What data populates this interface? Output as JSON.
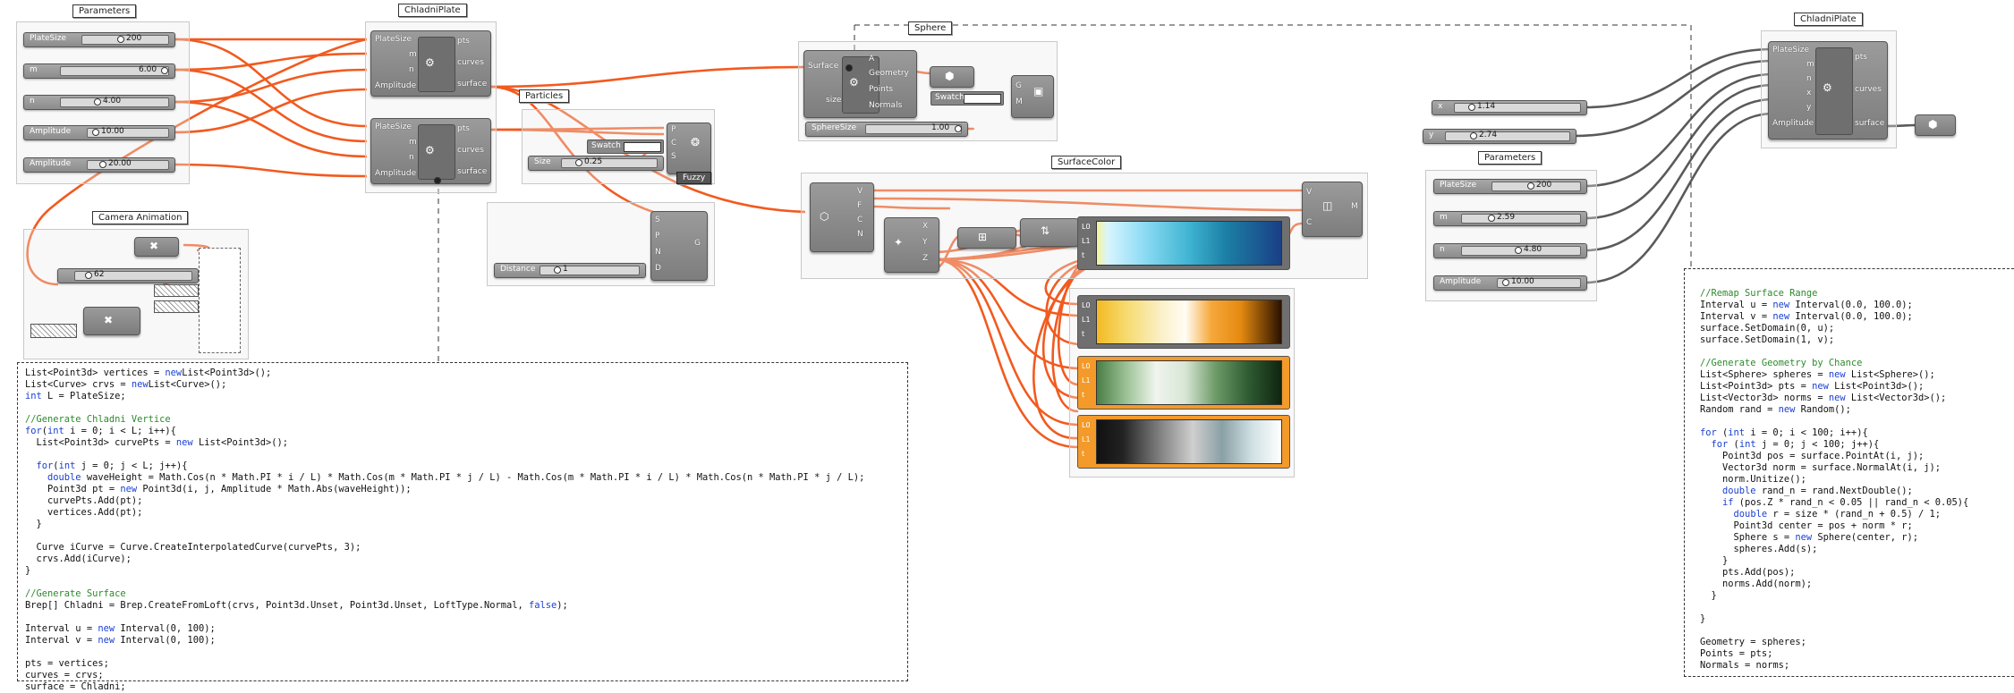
{
  "groups": {
    "parameters_left": "Parameters",
    "camera": "Camera Animation",
    "chladni_left": "ChladniPlate",
    "particles": "Particles",
    "sphere": "Sphere",
    "surface_color": "SurfaceColor",
    "chladni_right": "ChladniPlate",
    "parameters_right": "Parameters"
  },
  "left_params": [
    {
      "name": "PlateSize",
      "value": "200",
      "fill": 0.5
    },
    {
      "name": "m",
      "value": "6.00",
      "fill": 0.95
    },
    {
      "name": "n",
      "value": "4.00",
      "fill": 0.4
    },
    {
      "name": "Amplitude",
      "value": "10.00",
      "fill": 0.1
    },
    {
      "name": "Amplitude",
      "value": "20.00",
      "fill": 0.15
    }
  ],
  "camera_slider": {
    "value": "62",
    "fill": 0.1
  },
  "chladni_component": {
    "inputs": [
      "PlateSize",
      "m",
      "n",
      "Amplitude"
    ],
    "outputs": [
      "pts",
      "curves",
      "surface"
    ]
  },
  "particles": {
    "swatch": "Swatch",
    "size_name": "Size",
    "size_value": "0.25",
    "inputs": [
      "P",
      "C",
      "S"
    ],
    "fuzzy": "Fuzzy",
    "distance_name": "Distance",
    "distance_value": "1",
    "pnd": [
      "S",
      "P",
      "N",
      "D"
    ],
    "out_g": "G"
  },
  "sphere": {
    "inputs": [
      "Surface",
      "size"
    ],
    "outputs": [
      "A",
      "Geometry",
      "Points",
      "Normals"
    ],
    "swatch": "Swatch",
    "out_ports": [
      "G",
      "M"
    ],
    "size_name": "SphereSize",
    "size_value": "1.00"
  },
  "surface_color": {
    "vfcn": [
      "V",
      "F",
      "C",
      "N"
    ],
    "xyz": [
      "X",
      "Y",
      "Z"
    ],
    "gradient_ports": [
      "L0",
      "L1",
      "t"
    ],
    "preview_ports": [
      "V",
      "C",
      "M"
    ]
  },
  "right_inputs": [
    {
      "name": "x",
      "value": "1.14",
      "fill": 0.05
    },
    {
      "name": "y",
      "value": "2.74",
      "fill": 0.15
    }
  ],
  "right_params": [
    {
      "name": "PlateSize",
      "value": "200",
      "fill": 0.5
    },
    {
      "name": "m",
      "value": "2.59",
      "fill": 0.05
    },
    {
      "name": "n",
      "value": "4.80",
      "fill": 0.55
    },
    {
      "name": "Amplitude",
      "value": "10.00",
      "fill": 0.1
    }
  ],
  "chladni_right_component": {
    "inputs": [
      "PlateSize",
      "m",
      "n",
      "x",
      "y",
      "Amplitude"
    ],
    "outputs": [
      "pts",
      "curves",
      "surface"
    ]
  },
  "colors": {
    "wire_orange": "#f25a1f",
    "wire_gray": "#5a5a5a",
    "component": "#8a8a8a",
    "gradient_orange": "#f39a2a"
  },
  "icons": [
    "chladni-icon",
    "cs-script-icon",
    "preview-icon",
    "gradient-icon",
    "swatch-icon",
    "toggle-icon"
  ],
  "code_left": [
    [
      [
        "",
        "List<Point3d> vertices = "
      ],
      [
        "kw",
        "new"
      ],
      [
        "",
        "List<Point3d>();"
      ]
    ],
    [
      [
        "",
        "List<Curve> crvs = "
      ],
      [
        "kw",
        "new"
      ],
      [
        "",
        "List<Curve>();"
      ]
    ],
    [
      [
        "kw",
        "int"
      ],
      [
        "",
        " L = PlateSize;"
      ]
    ],
    [
      [
        "",
        ""
      ]
    ],
    [
      [
        "cm",
        "//Generate Chladni Vertice"
      ]
    ],
    [
      [
        "kw",
        "for"
      ],
      [
        "",
        "("
      ],
      [
        "kw",
        "int"
      ],
      [
        "",
        " i = 0; i < L; i++){"
      ]
    ],
    [
      [
        "",
        "  List<Point3d> curvePts = "
      ],
      [
        "kw",
        "new"
      ],
      [
        "",
        " List<Point3d>();"
      ]
    ],
    [
      [
        "",
        ""
      ]
    ],
    [
      [
        "",
        "  "
      ],
      [
        "kw",
        "for"
      ],
      [
        "",
        "("
      ],
      [
        "kw",
        "int"
      ],
      [
        "",
        " j = 0; j < L; j++){"
      ]
    ],
    [
      [
        "",
        "    "
      ],
      [
        "kw",
        "double"
      ],
      [
        "",
        " waveHeight = Math.Cos(n * Math.PI * i / L) * Math.Cos(m * Math.PI * j / L) - Math.Cos(m * Math.PI * i / L) * Math.Cos(n * Math.PI * j / L);"
      ]
    ],
    [
      [
        "",
        "    Point3d pt = "
      ],
      [
        "kw",
        "new"
      ],
      [
        "",
        " Point3d(i, j, Amplitude * Math.Abs(waveHeight));"
      ]
    ],
    [
      [
        "",
        "    curvePts.Add(pt);"
      ]
    ],
    [
      [
        "",
        "    vertices.Add(pt);"
      ]
    ],
    [
      [
        "",
        "  }"
      ]
    ],
    [
      [
        "",
        ""
      ]
    ],
    [
      [
        "",
        "  Curve iCurve = Curve.CreateInterpolatedCurve(curvePts, 3);"
      ]
    ],
    [
      [
        "",
        "  crvs.Add(iCurve);"
      ]
    ],
    [
      [
        "",
        "}"
      ]
    ],
    [
      [
        "",
        ""
      ]
    ],
    [
      [
        "cm",
        "//Generate Surface"
      ]
    ],
    [
      [
        "",
        "Brep[] Chladni = Brep.CreateFromLoft(crvs, Point3d.Unset, Point3d.Unset, LoftType.Normal, "
      ],
      [
        "kw",
        "false"
      ],
      [
        "",
        ");"
      ]
    ],
    [
      [
        "",
        ""
      ]
    ],
    [
      [
        "",
        "Interval u = "
      ],
      [
        "kw",
        "new"
      ],
      [
        "",
        " Interval(0, 100);"
      ]
    ],
    [
      [
        "",
        "Interval v = "
      ],
      [
        "kw",
        "new"
      ],
      [
        "",
        " Interval(0, 100);"
      ]
    ],
    [
      [
        "",
        ""
      ]
    ],
    [
      [
        "",
        "pts = vertices;"
      ]
    ],
    [
      [
        "",
        "curves = crvs;"
      ]
    ],
    [
      [
        "",
        "surface = Chladni;"
      ]
    ]
  ],
  "code_right": [
    [
      [
        "cm",
        "//Remap Surface Range"
      ]
    ],
    [
      [
        "",
        "Interval u = "
      ],
      [
        "kw",
        "new"
      ],
      [
        "",
        " Interval(0.0, 100.0);"
      ]
    ],
    [
      [
        "",
        "Interval v = "
      ],
      [
        "kw",
        "new"
      ],
      [
        "",
        " Interval(0.0, 100.0);"
      ]
    ],
    [
      [
        "",
        "surface.SetDomain(0, u);"
      ]
    ],
    [
      [
        "",
        "surface.SetDomain(1, v);"
      ]
    ],
    [
      [
        "",
        ""
      ]
    ],
    [
      [
        "cm",
        "//Generate Geometry by Chance"
      ]
    ],
    [
      [
        "",
        "List<Sphere> spheres = "
      ],
      [
        "kw",
        "new"
      ],
      [
        "",
        " List<Sphere>();"
      ]
    ],
    [
      [
        "",
        "List<Point3d> pts = "
      ],
      [
        "kw",
        "new"
      ],
      [
        "",
        " List<Point3d>();"
      ]
    ],
    [
      [
        "",
        "List<Vector3d> norms = "
      ],
      [
        "kw",
        "new"
      ],
      [
        "",
        " List<Vector3d>();"
      ]
    ],
    [
      [
        "",
        "Random rand = "
      ],
      [
        "kw",
        "new"
      ],
      [
        "",
        " Random();"
      ]
    ],
    [
      [
        "",
        ""
      ]
    ],
    [
      [
        "kw",
        "for"
      ],
      [
        "",
        " ("
      ],
      [
        "kw",
        "int"
      ],
      [
        "",
        " i = 0; i < 100; i++){"
      ]
    ],
    [
      [
        "",
        "  "
      ],
      [
        "kw",
        "for"
      ],
      [
        "",
        " ("
      ],
      [
        "kw",
        "int"
      ],
      [
        "",
        " j = 0; j < 100; j++){"
      ]
    ],
    [
      [
        "",
        "    Point3d pos = surface.PointAt(i, j);"
      ]
    ],
    [
      [
        "",
        "    Vector3d norm = surface.NormalAt(i, j);"
      ]
    ],
    [
      [
        "",
        "    norm.Unitize();"
      ]
    ],
    [
      [
        "",
        "    "
      ],
      [
        "kw",
        "double"
      ],
      [
        "",
        " rand_n = rand.NextDouble();"
      ]
    ],
    [
      [
        "",
        "    "
      ],
      [
        "kw",
        "if"
      ],
      [
        "",
        " (pos.Z * rand_n < 0.05 || rand_n < 0.05){"
      ]
    ],
    [
      [
        "",
        "      "
      ],
      [
        "kw",
        "double"
      ],
      [
        "",
        " r = size * (rand_n + 0.5) / 1;"
      ]
    ],
    [
      [
        "",
        "      Point3d center = pos + norm * r;"
      ]
    ],
    [
      [
        "",
        "      Sphere s = "
      ],
      [
        "kw",
        "new"
      ],
      [
        "",
        " Sphere(center, r);"
      ]
    ],
    [
      [
        "",
        "      spheres.Add(s);"
      ]
    ],
    [
      [
        "",
        "    }"
      ]
    ],
    [
      [
        "",
        "    pts.Add(pos);"
      ]
    ],
    [
      [
        "",
        "    norms.Add(norm);"
      ]
    ],
    [
      [
        "",
        "  }"
      ]
    ],
    [
      [
        "",
        ""
      ]
    ],
    [
      [
        "",
        "}"
      ]
    ],
    [
      [
        "",
        ""
      ]
    ],
    [
      [
        "",
        "Geometry = spheres;"
      ]
    ],
    [
      [
        "",
        "Points = pts;"
      ]
    ],
    [
      [
        "",
        "Normals = norms;"
      ]
    ]
  ]
}
